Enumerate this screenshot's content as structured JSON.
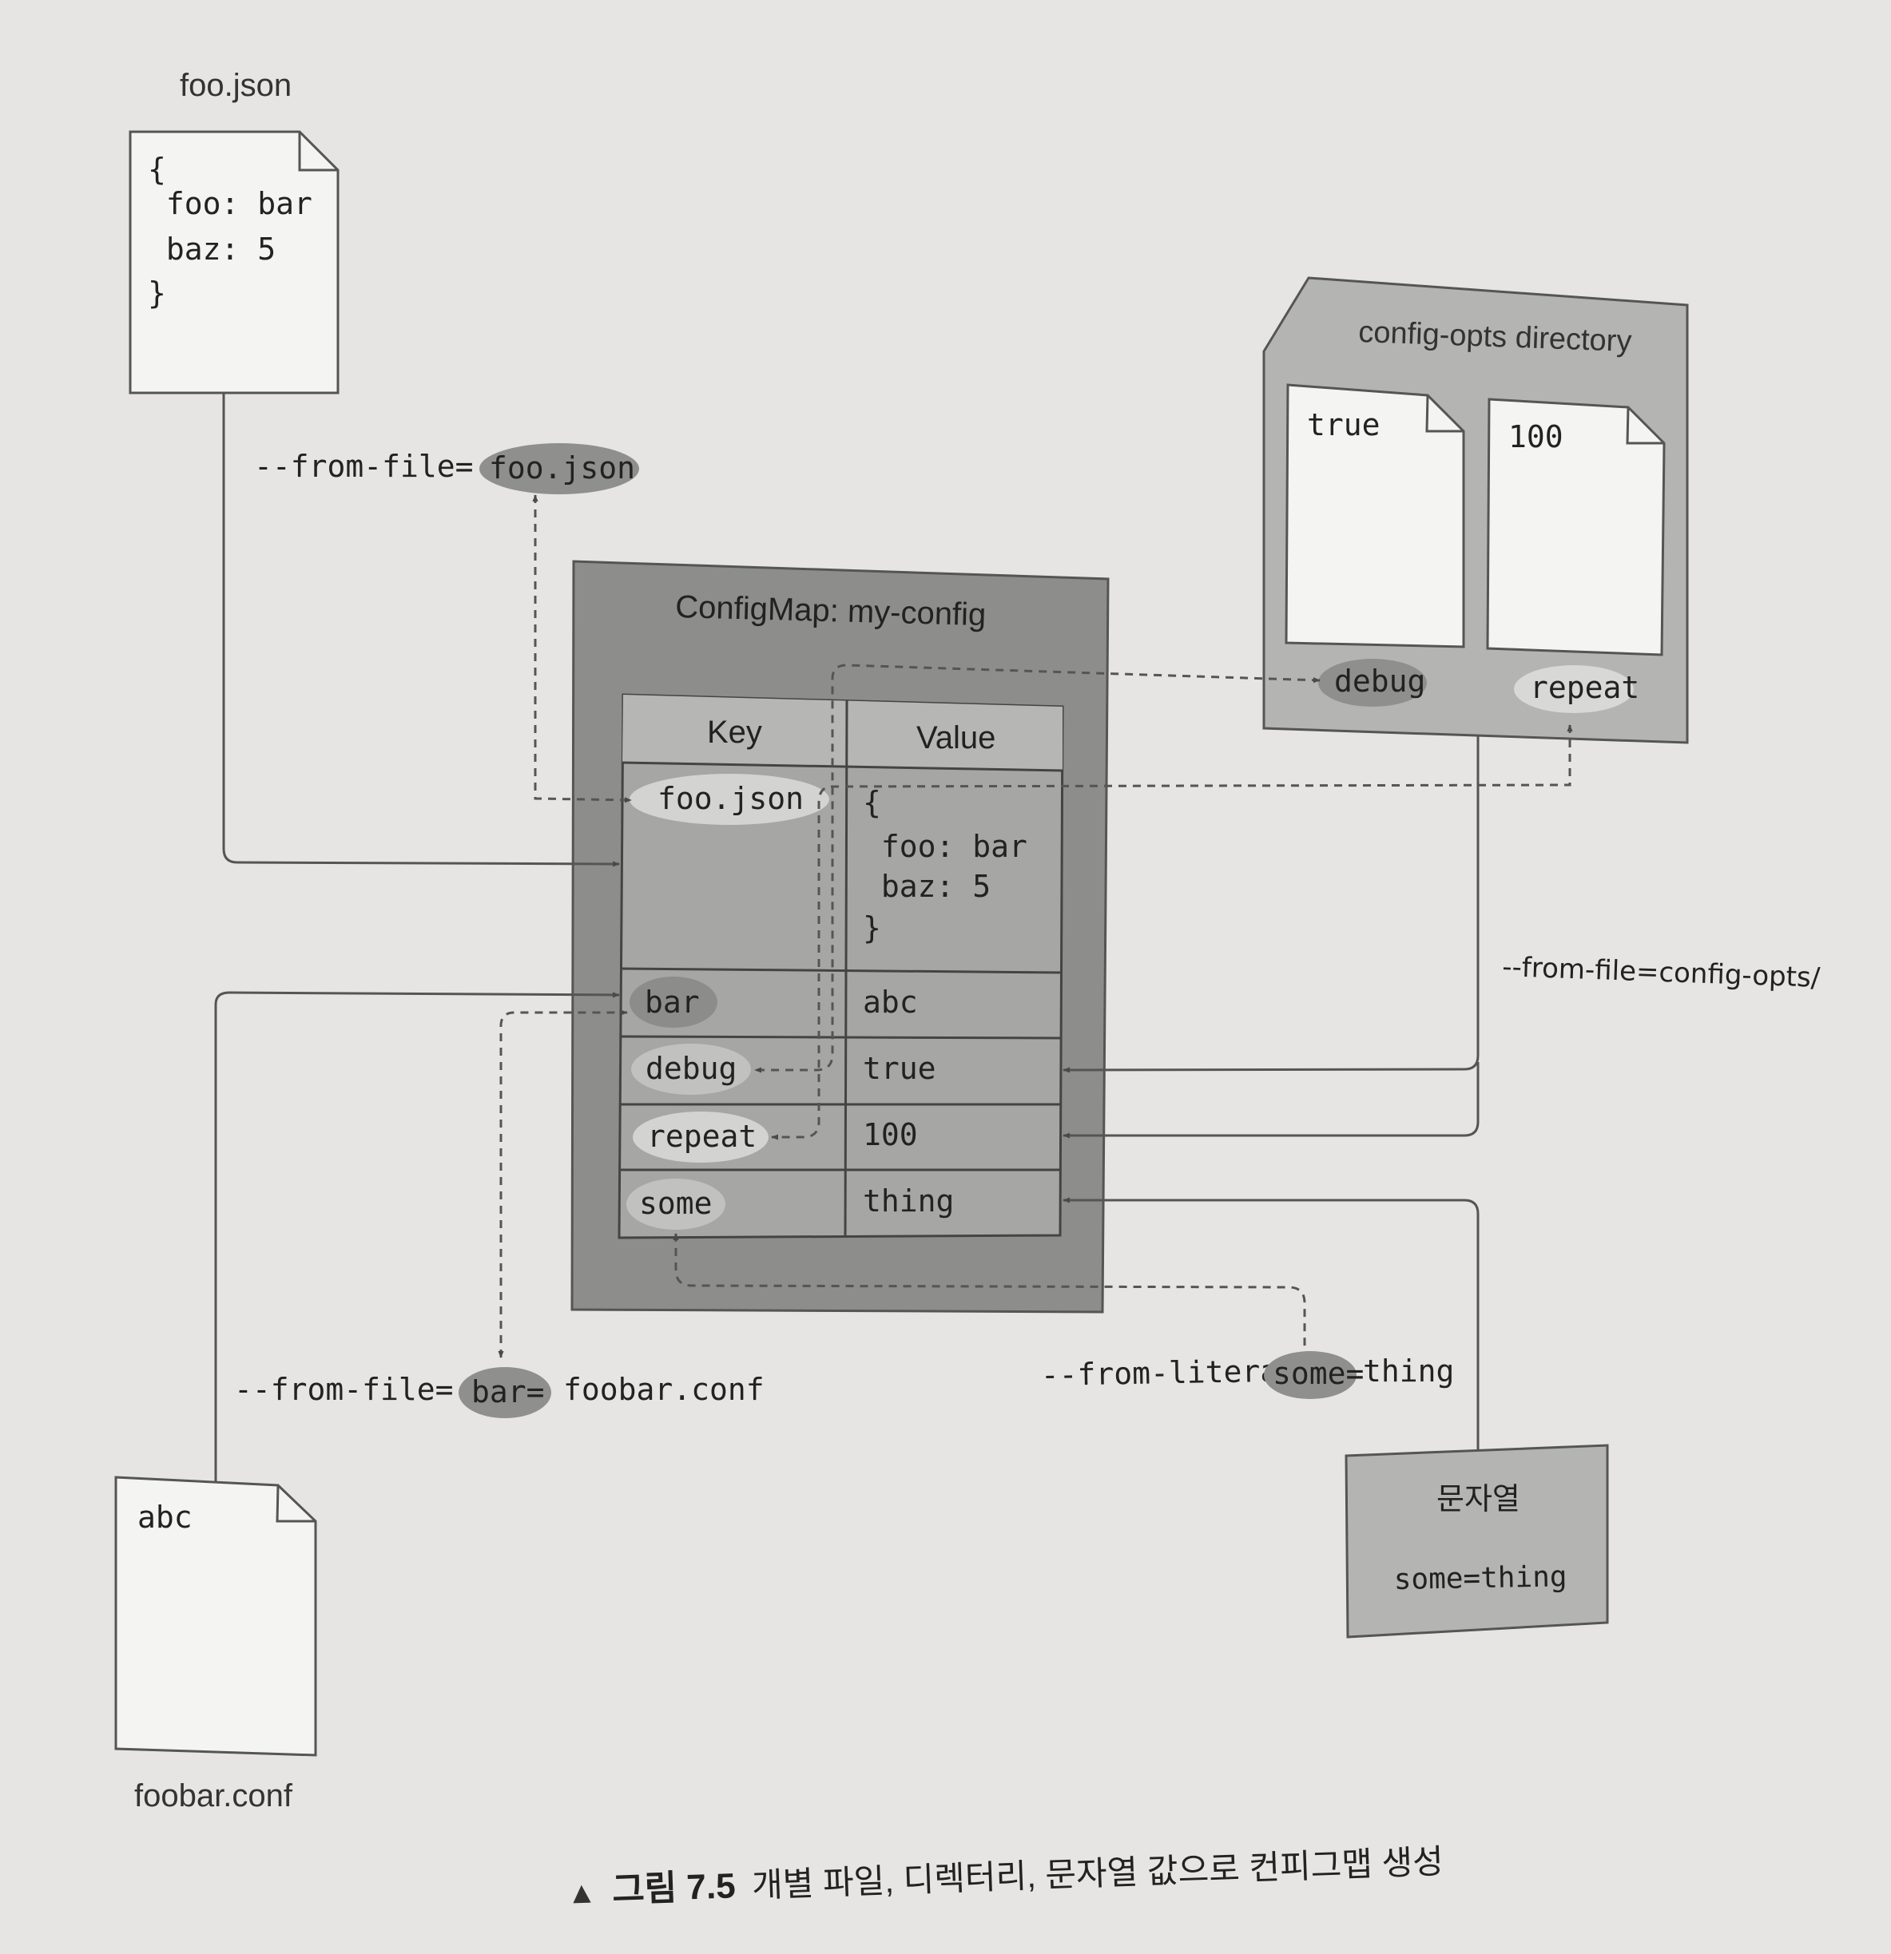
{
  "files": {
    "foo_json": {
      "filename": "foo.json",
      "lines": [
        "{",
        " foo: bar",
        " baz: 5",
        "}"
      ]
    },
    "foobar_conf": {
      "filename": "foobar.conf",
      "content": "abc"
    }
  },
  "directory": {
    "title": "config-opts directory",
    "files": [
      {
        "content": "true",
        "key": "debug"
      },
      {
        "content": "100",
        "key": "repeat"
      }
    ]
  },
  "configmap": {
    "title": "ConfigMap: my-config",
    "headers": {
      "key": "Key",
      "value": "Value"
    },
    "rows": [
      {
        "key": "foo.json",
        "value_lines": [
          "{",
          " foo: bar",
          " baz: 5",
          "}"
        ]
      },
      {
        "key": "bar",
        "value_lines": [
          "abc"
        ]
      },
      {
        "key": "debug",
        "value_lines": [
          "true"
        ]
      },
      {
        "key": "repeat",
        "value_lines": [
          "100"
        ]
      },
      {
        "key": "some",
        "value_lines": [
          "thing"
        ]
      }
    ]
  },
  "literal_box": {
    "title": "문자열",
    "content": "some=thing"
  },
  "commands": {
    "from_file_foo": {
      "prefix": "--from-file=",
      "key": "foo.json"
    },
    "from_file_bar": {
      "prefix": "--from-file=",
      "key": "bar=",
      "suffix": "foobar.conf"
    },
    "from_file_dir": "--from-file=config-opts/",
    "from_literal": {
      "prefix": "--from-literal=",
      "key": "some=",
      "suffix": "thing"
    }
  },
  "caption": {
    "marker": "▲",
    "label": "그림 7.5",
    "text": "개별 파일, 디렉터리, 문자열 값으로 컨피그맵 생성"
  },
  "colors": {
    "page": "#d9d8d6",
    "paper": "#f3f3f1",
    "configmap": "#8d8d8b",
    "table_cell": "#a8a8a6",
    "directory": "#b4b4b2",
    "ellipse": "#b9b9b7",
    "ellipse_dark": "#8f8f8d",
    "line": "#555555"
  }
}
